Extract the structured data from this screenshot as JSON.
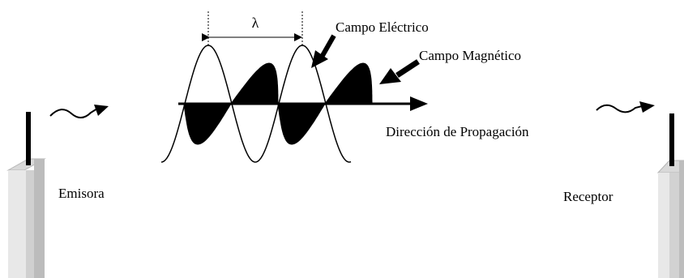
{
  "labels": {
    "wavelength": "λ",
    "electric_field": "Campo Eléctrico",
    "magnetic_field": "Campo Magnético",
    "propagation": "Dirección de Propagación",
    "transmitter": "Emisora",
    "receiver": "Receptor"
  },
  "icons": {
    "transmitter": "antenna-tower-icon",
    "receiver": "antenna-tower-icon",
    "signal_out": "wavy-arrow-icon",
    "signal_in": "wavy-arrow-icon"
  },
  "colors": {
    "ink": "#000000",
    "tower_light": "#e9e9e9",
    "tower_mid": "#d2d2d2",
    "tower_dark": "#bdbdbd"
  }
}
